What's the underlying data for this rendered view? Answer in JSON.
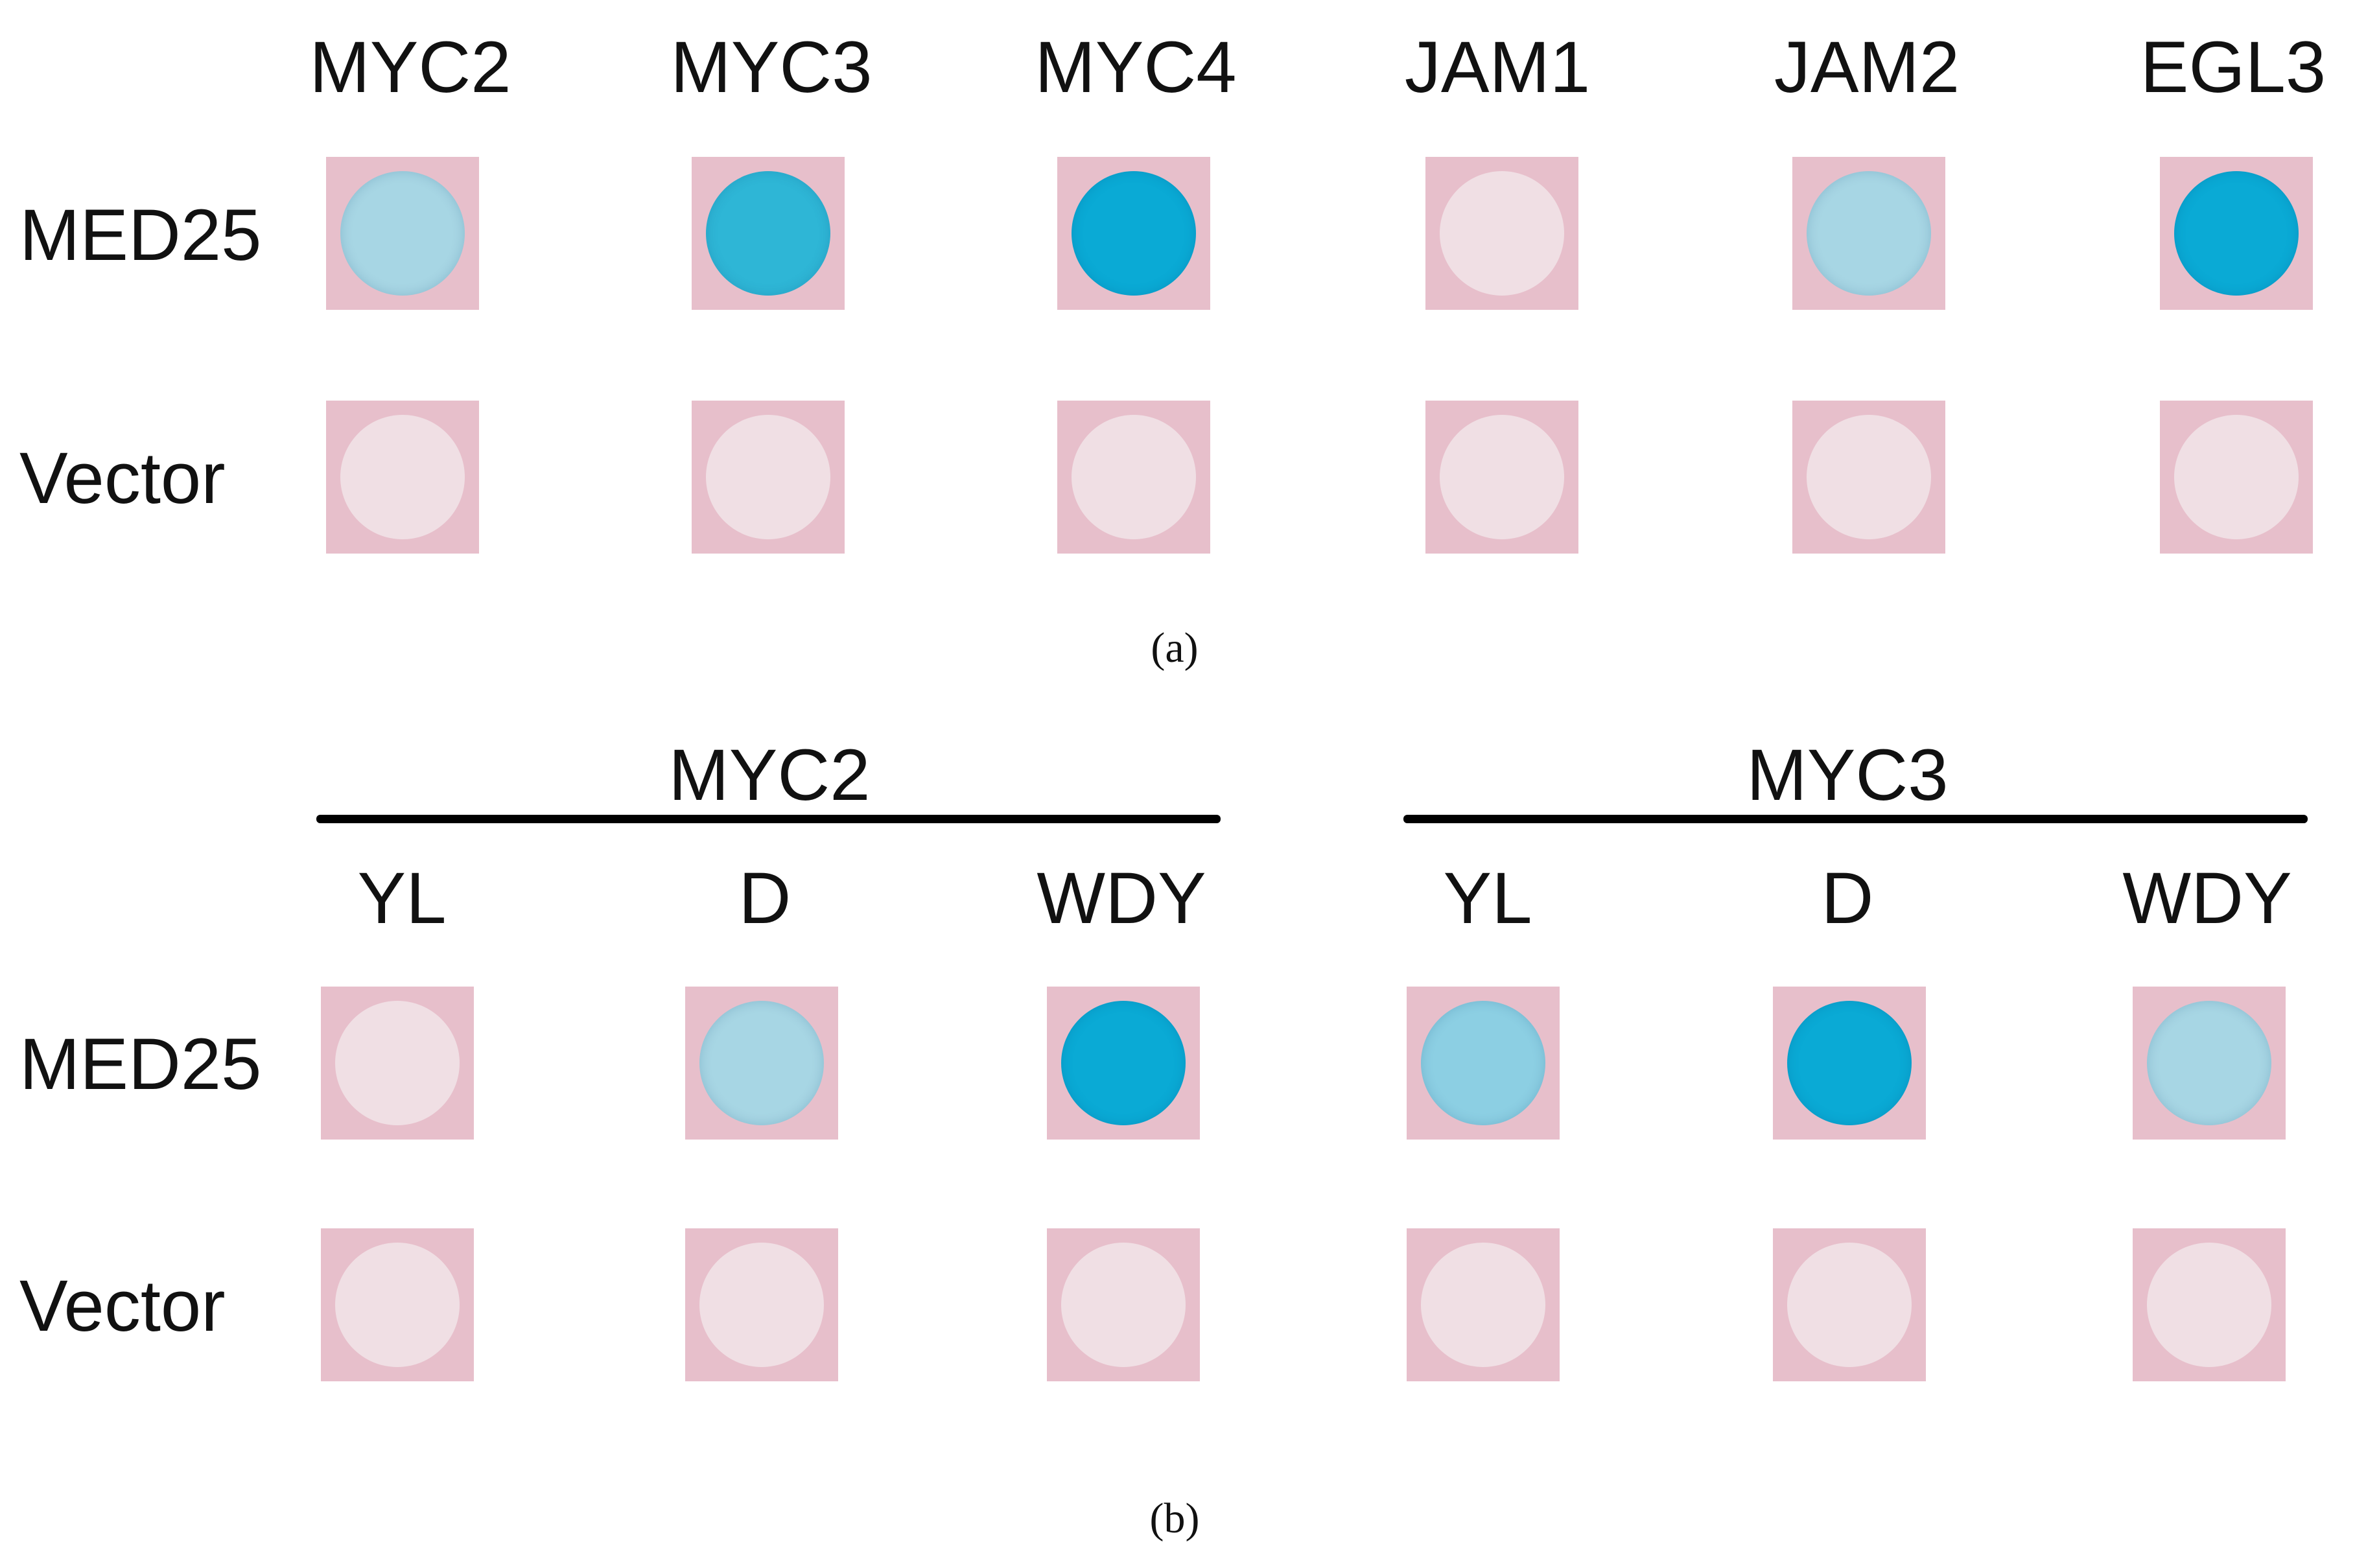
{
  "panel_a": {
    "columns": [
      "MYC2",
      "MYC3",
      "MYC4",
      "JAM1",
      "JAM2",
      "EGL3"
    ],
    "rows": [
      "MED25",
      "Vector"
    ],
    "caption": "(a)",
    "staining": [
      [
        "weak",
        "strong",
        "very-strong",
        "none",
        "weak",
        "very-strong"
      ],
      [
        "none",
        "none",
        "none",
        "none",
        "none",
        "none"
      ]
    ]
  },
  "panel_b": {
    "groups": [
      "MYC2",
      "MYC3"
    ],
    "columns": [
      "YL",
      "D",
      "WDY",
      "YL",
      "D",
      "WDY"
    ],
    "rows": [
      "MED25",
      "Vector"
    ],
    "caption": "(b)",
    "staining": [
      [
        "none",
        "weak",
        "very-strong",
        "moderate",
        "very-strong",
        "weak"
      ],
      [
        "none",
        "none",
        "none",
        "none",
        "none",
        "none"
      ]
    ]
  },
  "colors": {
    "tile_background": "#e7bfcb",
    "no_staining": "#f0dfe4",
    "weak_staining": "#a7d6e4",
    "moderate_staining": "#8ccfe3",
    "strong_staining": "#2eb6d6",
    "very_strong_staining": "#0aaad5"
  }
}
